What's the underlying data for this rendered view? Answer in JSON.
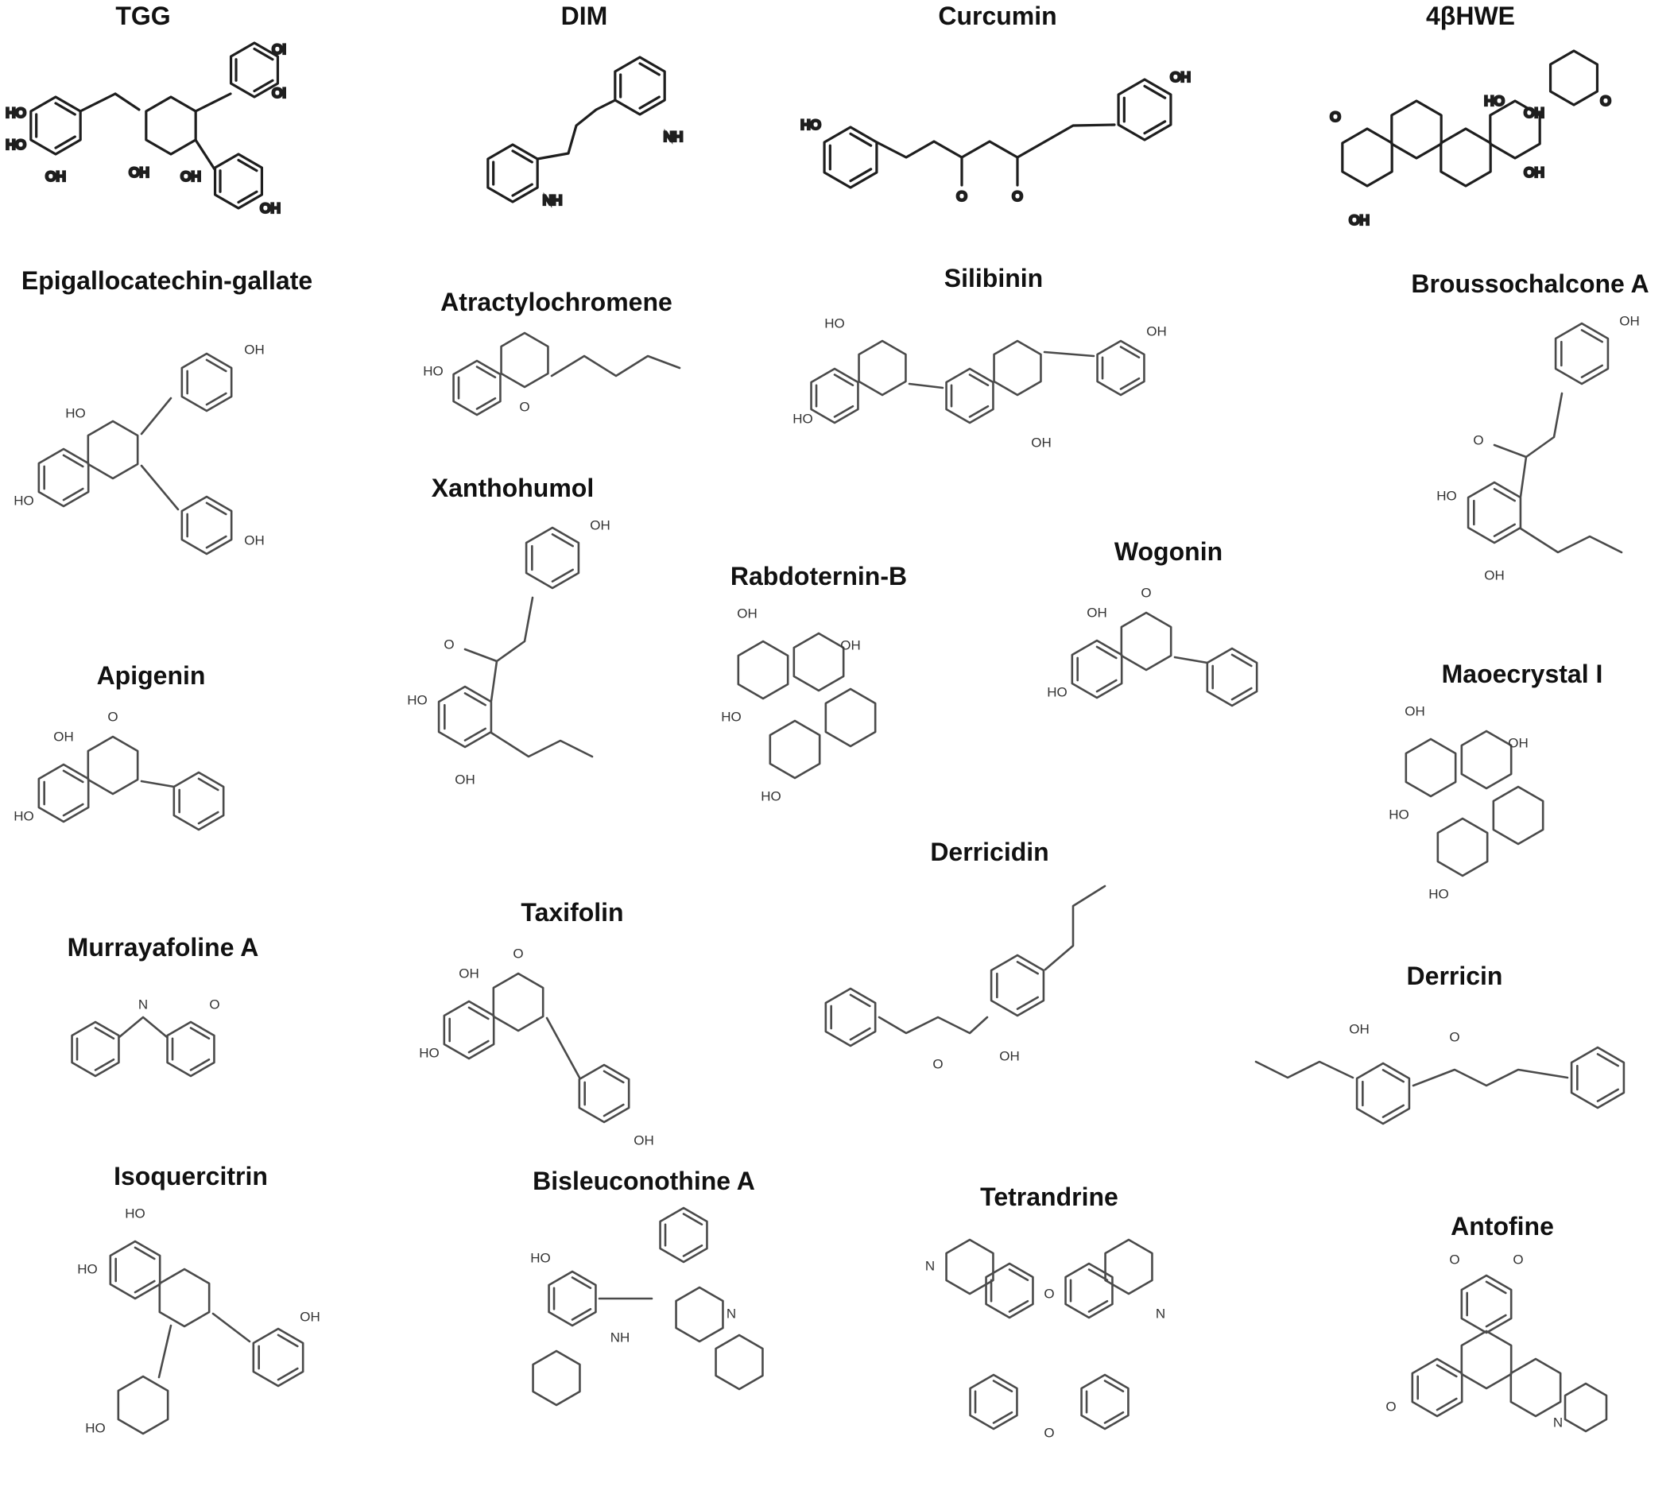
{
  "compounds": [
    {
      "name": "TGG",
      "frame": [
        0,
        0,
        360,
        330
      ],
      "motif": "galloyl",
      "style": "dark"
    },
    {
      "name": "DIM",
      "frame": [
        585,
        0,
        300,
        330
      ],
      "motif": "bisindole",
      "style": "dark"
    },
    {
      "name": "Curcumin",
      "frame": [
        990,
        0,
        530,
        290
      ],
      "motif": "curcuminoid",
      "style": "dark"
    },
    {
      "name": "4βHWE",
      "frame": [
        1650,
        0,
        400,
        340
      ],
      "motif": "steroid",
      "style": "dark"
    },
    {
      "name": "Epigallocatechin-gallate",
      "frame": [
        0,
        333,
        420,
        440
      ],
      "motif": "flavan-gallate",
      "style": "light"
    },
    {
      "name": "Atractylochromene",
      "frame": [
        520,
        360,
        360,
        200
      ],
      "motif": "chromene",
      "style": "light"
    },
    {
      "name": "Silibinin",
      "frame": [
        990,
        330,
        520,
        290
      ],
      "motif": "flavanolignan",
      "style": "light"
    },
    {
      "name": "Broussochalcone A",
      "frame": [
        1760,
        337,
        330,
        440
      ],
      "motif": "chalcone",
      "style": "light"
    },
    {
      "name": "Xanthohumol",
      "frame": [
        465,
        594,
        360,
        480
      ],
      "motif": "chalcone",
      "style": "light"
    },
    {
      "name": "Rabdoternin-B",
      "frame": [
        880,
        705,
        300,
        340
      ],
      "motif": "diterpene",
      "style": "light"
    },
    {
      "name": "Wogonin",
      "frame": [
        1300,
        674,
        340,
        290
      ],
      "motif": "flavone",
      "style": "light"
    },
    {
      "name": "Apigenin",
      "frame": [
        0,
        830,
        380,
        300
      ],
      "motif": "flavone",
      "style": "light"
    },
    {
      "name": "Maoecrystal I",
      "frame": [
        1720,
        828,
        390,
        340
      ],
      "motif": "diterpene",
      "style": "light"
    },
    {
      "name": "Murrayafoline A",
      "frame": [
        60,
        1172,
        290,
        270
      ],
      "motif": "carbazole",
      "style": "light"
    },
    {
      "name": "Taxifolin",
      "frame": [
        510,
        1128,
        420,
        360
      ],
      "motif": "flavanonol",
      "style": "light"
    },
    {
      "name": "Derricidin",
      "frame": [
        1020,
        1052,
        450,
        380
      ],
      "motif": "chalcone-ether",
      "style": "light"
    },
    {
      "name": "Derricin",
      "frame": [
        1570,
        1208,
        520,
        280
      ],
      "motif": "chalcone-prenyl",
      "style": "light"
    },
    {
      "name": "Isoquercitrin",
      "frame": [
        50,
        1460,
        380,
        420
      ],
      "motif": "glycoside",
      "style": "light"
    },
    {
      "name": "Bisleuconothine A",
      "frame": [
        640,
        1466,
        340,
        400
      ],
      "motif": "bisindole-alkaloid",
      "style": "light"
    },
    {
      "name": "Tetrandrine",
      "frame": [
        1150,
        1486,
        340,
        390
      ],
      "motif": "bisbenzylisoquinoline",
      "style": "light"
    },
    {
      "name": "Antofine",
      "frame": [
        1720,
        1523,
        340,
        330
      ],
      "motif": "phenanthroindolizidine",
      "style": "light"
    }
  ]
}
